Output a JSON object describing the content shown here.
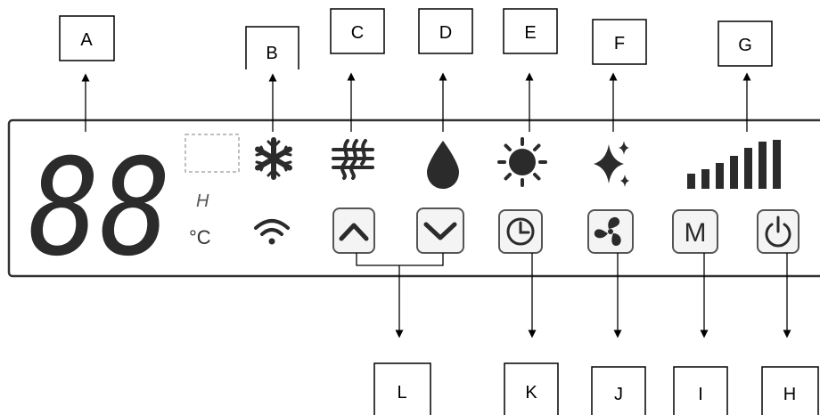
{
  "callouts": {
    "A": "A",
    "B": "B",
    "C": "C",
    "D": "D",
    "E": "E",
    "F": "F",
    "G": "G",
    "H": "H",
    "I": "I",
    "J": "J",
    "K": "K",
    "L": "L"
  },
  "display": {
    "digits": "88",
    "humidity_mark": "H",
    "unit": "°C"
  },
  "buttons": {
    "mode": "M"
  },
  "colors": {
    "lcd_segment": "#2b2b2b",
    "frame": "#333333",
    "leader": "#000000"
  },
  "icons": [
    "snowflake-icon",
    "dehumidify-icon",
    "water-drop-icon",
    "sun-icon",
    "sparkle-icon",
    "signal-bars-icon",
    "wifi-icon",
    "up-arrow-icon",
    "down-arrow-icon",
    "clock-icon",
    "fan-icon",
    "power-icon"
  ]
}
